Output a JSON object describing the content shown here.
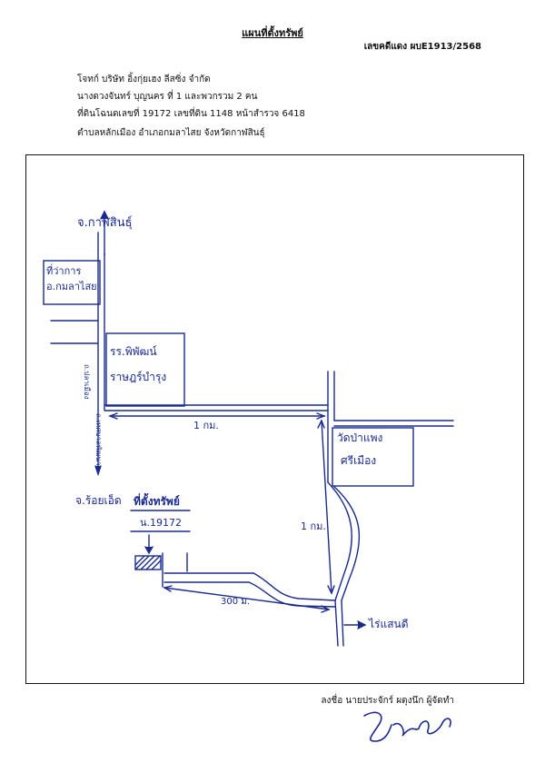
{
  "header": {
    "title": "แผนที่ตั้งทรัพย์",
    "case_number": "เลขคดีแดง ผบE1913/2568"
  },
  "info": {
    "line1": "โจทก์ บริษัท อิ้งกุ่ยเฮง ลีสซิ่ง จำกัด",
    "line2": "นางดวงจันทร์ บุญนคร ที่ 1 และพวกรวม 2 คน",
    "line3": "ที่ดินโฉนดเลขที่ 19172 เลขที่ดิน 1148  หน้าสำรวจ 6418",
    "line4": "ตำบลหลักเมือง  อำเภอกมลาไสย  จังหวัดกาฬสินธุ์"
  },
  "map": {
    "to_kalasin": "จ.กาฬสินธุ์",
    "district_office_1": "ที่ว่าการ",
    "district_office_2": "อ.กมลาไสย",
    "school_1": "รร.พิพัฒน์",
    "school_2": "ราษฎร์บำรุง",
    "temple_1": "วัดป่าแพง",
    "temple_2": "ศรีเมือง",
    "road_name_1": "ถ.ปลาเมือง",
    "road_name_2": "ถ.เทศบาลพัฒนา",
    "distance_top": "1 กม.",
    "distance_right": "1 กม.",
    "distance_bottom": "300 ม.",
    "to_roiet": "จ.ร้อยเอ็ด",
    "property_label": "ที่ตั้งทรัพย์",
    "deed_label": "น.19172",
    "to_rai": "ไร่แสนดี"
  },
  "footer": {
    "signature_line": "ลงชื่อ นายประจักร์ ผดุงนึก ผู้จัดทำ",
    "signature_mark": "ประจักร์"
  },
  "colors": {
    "ink": "#1a2a8f",
    "text": "#111111"
  }
}
